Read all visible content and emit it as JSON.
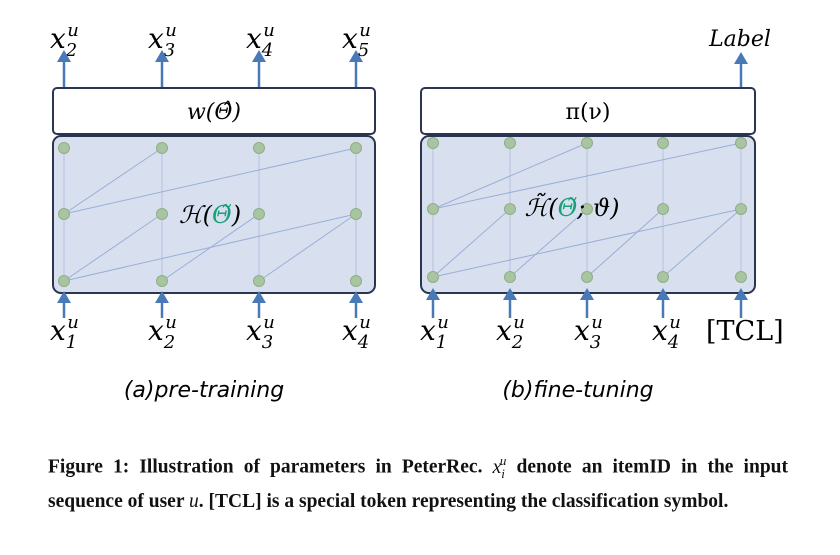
{
  "pretraining": {
    "outputs": [
      {
        "base": "x",
        "sub": "2",
        "sup": "u"
      },
      {
        "base": "x",
        "sub": "3",
        "sup": "u"
      },
      {
        "base": "x",
        "sub": "4",
        "sup": "u"
      },
      {
        "base": "x",
        "sub": "5",
        "sup": "u"
      }
    ],
    "inputs": [
      {
        "base": "x",
        "sub": "1",
        "sup": "u"
      },
      {
        "base": "x",
        "sub": "2",
        "sup": "u"
      },
      {
        "base": "x",
        "sub": "3",
        "sup": "u"
      },
      {
        "base": "x",
        "sub": "4",
        "sup": "u"
      }
    ],
    "top_box_label": "w(Θ̂)",
    "network_label_prefix": "ℋ(",
    "network_label_param": "Θ̃",
    "network_label_suffix": ")",
    "caption": "(a)pre-training"
  },
  "finetuning": {
    "output_label": "Label",
    "inputs": [
      {
        "base": "x",
        "sub": "1",
        "sup": "u"
      },
      {
        "base": "x",
        "sub": "2",
        "sup": "u"
      },
      {
        "base": "x",
        "sub": "3",
        "sup": "u"
      },
      {
        "base": "x",
        "sub": "4",
        "sup": "u"
      }
    ],
    "special_token": "[TCL]",
    "top_box_label": "π(ν)",
    "network_label_prefix": "ℋ̃(",
    "network_label_param": "Θ̃",
    "network_label_suffix": "; ϑ)",
    "caption": "(b)fine-tuning"
  },
  "colors": {
    "highlight_param": "#1aa079",
    "arrow": "#4a79b8",
    "panel_fill": "#d8e0ef",
    "node": "#a9c4a0"
  },
  "figure_caption": {
    "label": "Figure 1:",
    "text_1": "Illustration of parameters in PeterRec.",
    "var_base": "x",
    "var_sub": "i",
    "var_sup": "u",
    "text_2": "denote an itemID in the input sequence of user",
    "var_user": "u",
    "text_3": ". [TCL] is a special token representing the classification symbol."
  }
}
